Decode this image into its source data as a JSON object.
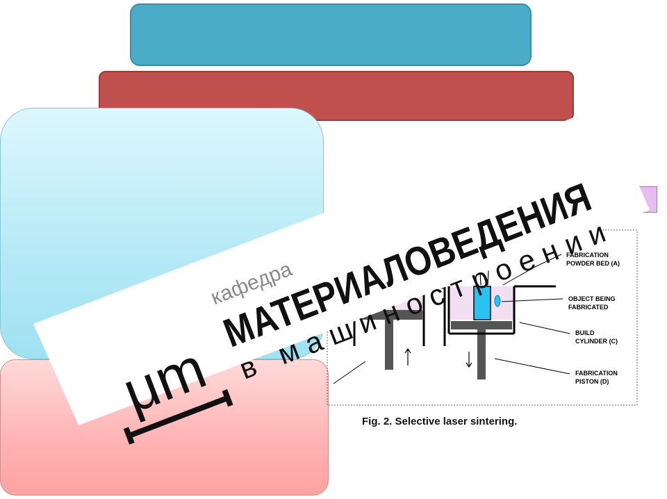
{
  "figure": {
    "caption": "Fig. 2.  Selective laser sintering.",
    "labels": {
      "powder_bed_line1": "FABRICATION",
      "powder_bed_line2": "POWDER BED (A)",
      "object_line1": "OBJECT BEING",
      "object_line2": "FABRICATED",
      "cylinder_line1": "BUILD",
      "cylinder_line2": "CYLINDER (C)",
      "piston_line1": "FABRICATION",
      "piston_line2": "PISTON (D)"
    }
  },
  "watermark": {
    "small_text": "кафедра",
    "main_text": "МАТЕРИАЛОВЕДЕНИЯ",
    "sub_text": "в машиностроении",
    "logo_mark": "μm"
  },
  "colors": {
    "teal": "#4aacc6",
    "red": "#c0504d",
    "lilac": "#e6bdf1",
    "cyan": "#b4e9f6",
    "pink": "#ffb3b3",
    "object": "#29c2f2",
    "powder": "#f2dff2"
  }
}
